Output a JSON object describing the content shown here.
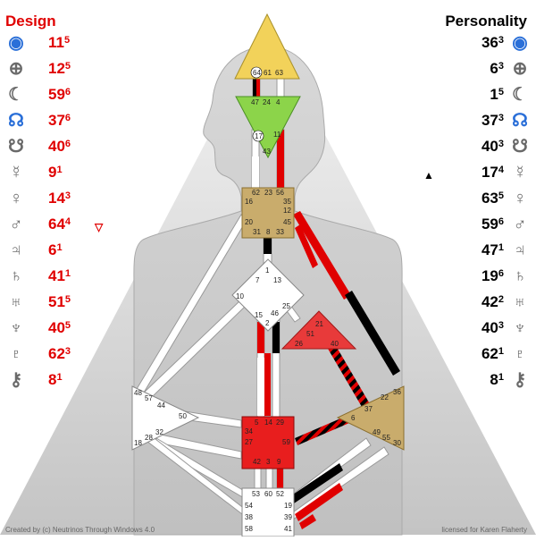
{
  "headers": {
    "design": "Design",
    "personality": "Personality"
  },
  "design": [
    {
      "icon": "sun-icon",
      "glyph": "◉",
      "gate": "11",
      "line": "5"
    },
    {
      "icon": "earth-icon",
      "glyph": "⊕",
      "gate": "12",
      "line": "5"
    },
    {
      "icon": "moon-icon",
      "glyph": "☾",
      "gate": "59",
      "line": "6"
    },
    {
      "icon": "north-node-icon",
      "glyph": "☊",
      "gate": "37",
      "line": "6"
    },
    {
      "icon": "south-node-icon",
      "glyph": "☋",
      "gate": "40",
      "line": "6"
    },
    {
      "icon": "mercury-icon",
      "glyph": "☿",
      "gate": "9",
      "line": "1"
    },
    {
      "icon": "venus-icon",
      "glyph": "♀",
      "gate": "14",
      "line": "3"
    },
    {
      "icon": "mars-icon",
      "glyph": "♂",
      "gate": "64",
      "line": "4",
      "mark": "▽"
    },
    {
      "icon": "jupiter-icon",
      "glyph": "♃",
      "gate": "6",
      "line": "1"
    },
    {
      "icon": "saturn-icon",
      "glyph": "♄",
      "gate": "41",
      "line": "1"
    },
    {
      "icon": "uranus-icon",
      "glyph": "♅",
      "gate": "51",
      "line": "5"
    },
    {
      "icon": "neptune-icon",
      "glyph": "♆",
      "gate": "40",
      "line": "5"
    },
    {
      "icon": "pluto-icon",
      "glyph": "♇",
      "gate": "62",
      "line": "3"
    },
    {
      "icon": "chiron-icon",
      "glyph": "⚷",
      "gate": "8",
      "line": "1"
    }
  ],
  "personality": [
    {
      "icon": "sun-icon",
      "glyph": "◉",
      "gate": "36",
      "line": "3"
    },
    {
      "icon": "earth-icon",
      "glyph": "⊕",
      "gate": "6",
      "line": "3"
    },
    {
      "icon": "moon-icon",
      "glyph": "☾",
      "gate": "1",
      "line": "5"
    },
    {
      "icon": "north-node-icon",
      "glyph": "☊",
      "gate": "37",
      "line": "3"
    },
    {
      "icon": "south-node-icon",
      "glyph": "☋",
      "gate": "40",
      "line": "3"
    },
    {
      "icon": "mercury-icon",
      "glyph": "☿",
      "gate": "17",
      "line": "4",
      "mark": "▲"
    },
    {
      "icon": "venus-icon",
      "glyph": "♀",
      "gate": "63",
      "line": "5"
    },
    {
      "icon": "mars-icon",
      "glyph": "♂",
      "gate": "59",
      "line": "6"
    },
    {
      "icon": "jupiter-icon",
      "glyph": "♃",
      "gate": "47",
      "line": "1"
    },
    {
      "icon": "saturn-icon",
      "glyph": "♄",
      "gate": "19",
      "line": "6"
    },
    {
      "icon": "uranus-icon",
      "glyph": "♅",
      "gate": "42",
      "line": "2"
    },
    {
      "icon": "neptune-icon",
      "glyph": "♆",
      "gate": "40",
      "line": "3"
    },
    {
      "icon": "pluto-icon",
      "glyph": "♇",
      "gate": "62",
      "line": "1"
    },
    {
      "icon": "chiron-icon",
      "glyph": "⚷",
      "gate": "8",
      "line": "1"
    }
  ],
  "centers": [
    {
      "id": "head",
      "state": "defined",
      "color": "#f2d25a"
    },
    {
      "id": "ajna",
      "state": "defined",
      "color": "#8cd44a"
    },
    {
      "id": "throat",
      "state": "defined",
      "color": "#c9ac6c"
    },
    {
      "id": "g-center",
      "state": "open",
      "color": "#ffffff"
    },
    {
      "id": "heart",
      "state": "defined",
      "color": "#e83a3a"
    },
    {
      "id": "spleen",
      "state": "open",
      "color": "#ffffff"
    },
    {
      "id": "solar-plexus",
      "state": "defined",
      "color": "#c9ac6c"
    },
    {
      "id": "sacral",
      "state": "defined",
      "color": "#e81e1e"
    },
    {
      "id": "root",
      "state": "open",
      "color": "#ffffff"
    }
  ],
  "gate_labels": {
    "head": [
      "64",
      "61",
      "63"
    ],
    "ajna": [
      "47",
      "24",
      "4",
      "17",
      "43",
      "11"
    ],
    "throat": [
      "62",
      "23",
      "56",
      "16",
      "35",
      "12",
      "20",
      "45",
      "31",
      "8",
      "33"
    ],
    "g": [
      "1",
      "7",
      "13",
      "10",
      "25",
      "15",
      "46",
      "2"
    ],
    "heart": [
      "21",
      "51",
      "26",
      "40"
    ],
    "spleen": [
      "48",
      "57",
      "44",
      "50",
      "32",
      "28",
      "18"
    ],
    "solar_plexus": [
      "22",
      "36",
      "6",
      "37",
      "49",
      "55",
      "30"
    ],
    "sacral": [
      "5",
      "14",
      "29",
      "34",
      "27",
      "59",
      "42",
      "3",
      "9"
    ],
    "root": [
      "53",
      "60",
      "52",
      "54",
      "19",
      "38",
      "39",
      "58",
      "41"
    ]
  },
  "colors": {
    "design": "#e00000",
    "personality": "#000000",
    "body": "#c8c8c8",
    "background_triangle": "#cfcfcf"
  },
  "footer": {
    "left": "Created by (c) Neutrinos Through Windows 4.0",
    "right": "licensed for Karen Flaherty"
  }
}
